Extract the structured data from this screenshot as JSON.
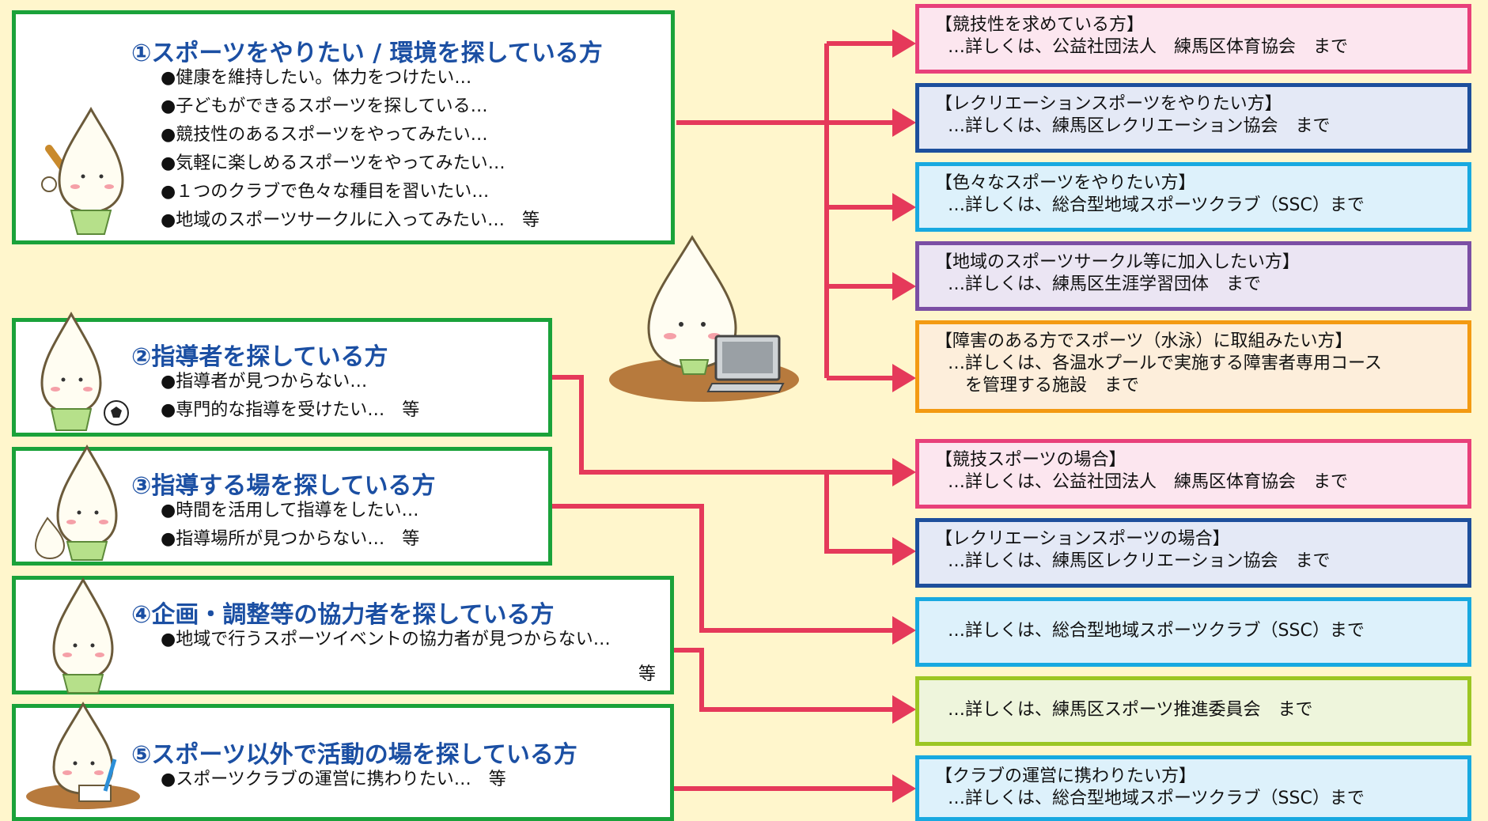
{
  "colors": {
    "background": "#fff6cc",
    "left_border": "#1aa23a",
    "title_blue": "#1b4fa3",
    "connector_red": "#e5395a",
    "pink_border": "#e8407a",
    "pink_fill": "#fce6ef",
    "navy_border": "#1d4f9c",
    "navy_fill": "#e4e9f6",
    "cyan_border": "#18a9e0",
    "cyan_fill": "#ddf1fb",
    "purple_border": "#7b4ea4",
    "purple_fill": "#ebe5f3",
    "orange_border": "#f39a12",
    "orange_fill": "#fdeedb",
    "lime_border": "#9cc623",
    "lime_fill": "#eef5dc"
  },
  "categories": [
    {
      "title": "①スポーツをやりたい / 環境を探している方",
      "items": [
        "●健康を維持したい。体力をつけたい…",
        "●子どもができるスポーツを探している…",
        "●競技性のあるスポーツをやってみたい…",
        "●気軽に楽しめるスポーツをやってみたい…",
        "●１つのクラブで色々な種目を習いたい…",
        "●地域のスポーツサークルに入ってみたい…　等"
      ],
      "mascot": "mascot-baseball-icon"
    },
    {
      "title": "②指導者を探している方",
      "items": [
        "●指導者が見つからない…",
        "●専門的な指導を受けたい…　等"
      ],
      "mascot": "mascot-soccer-icon"
    },
    {
      "title": "③指導する場を探している方",
      "items": [
        "●時間を活用して指導をしたい…",
        "●指導場所が見つからない…　等"
      ],
      "mascot": "mascot-coach-icon"
    },
    {
      "title": "④企画・調整等の協力者を探している方",
      "items": [
        "●地域で行うスポーツイベントの協力者が見つからない…"
      ],
      "trailing": "等",
      "mascot": "mascot-standing-icon"
    },
    {
      "title": "⑤スポーツ以外で活動の場を探している方",
      "items": [
        "●スポーツクラブの運営に携わりたい…　等"
      ],
      "mascot": "mascot-writing-icon"
    }
  ],
  "destinations": [
    {
      "title": "【競技性を求めている方】",
      "lines": [
        "…詳しくは、公益社団法人　練馬区体育協会　まで"
      ],
      "color": "pink"
    },
    {
      "title": "【レクリエーションスポーツをやりたい方】",
      "lines": [
        "…詳しくは、練馬区レクリエーション協会　まで"
      ],
      "color": "navy"
    },
    {
      "title": "【色々なスポーツをやりたい方】",
      "lines": [
        "…詳しくは、総合型地域スポーツクラブ（SSC）まで"
      ],
      "color": "cyan"
    },
    {
      "title": "【地域のスポーツサークル等に加入したい方】",
      "lines": [
        "…詳しくは、練馬区生涯学習団体　まで"
      ],
      "color": "purple"
    },
    {
      "title": "【障害のある方でスポーツ（水泳）に取組みたい方】",
      "lines": [
        "…詳しくは、各温水プールで実施する障害者専用コース",
        "　を管理する施設　まで"
      ],
      "color": "orange"
    },
    {
      "title": "【競技スポーツの場合】",
      "lines": [
        "…詳しくは、公益社団法人　練馬区体育協会　まで"
      ],
      "color": "pink"
    },
    {
      "title": "【レクリエーションスポーツの場合】",
      "lines": [
        "…詳しくは、練馬区レクリエーション協会　まで"
      ],
      "color": "navy"
    },
    {
      "title": "",
      "lines": [
        "…詳しくは、総合型地域スポーツクラブ（SSC）まで"
      ],
      "color": "cyan"
    },
    {
      "title": "",
      "lines": [
        "…詳しくは、練馬区スポーツ推進委員会　まで"
      ],
      "color": "lime"
    },
    {
      "title": "【クラブの運営に携わりたい方】",
      "lines": [
        "…詳しくは、総合型地域スポーツクラブ（SSC）まで"
      ],
      "color": "cyan"
    }
  ],
  "center_mascot": "mascot-computer-icon",
  "connections": [
    {
      "from": 1,
      "to": [
        1,
        2,
        3,
        4,
        5
      ]
    },
    {
      "from": 2,
      "to": [
        6,
        7
      ]
    },
    {
      "from": 3,
      "to": [
        8
      ]
    },
    {
      "from": 4,
      "to": [
        9
      ]
    },
    {
      "from": 5,
      "to": [
        10
      ]
    }
  ]
}
